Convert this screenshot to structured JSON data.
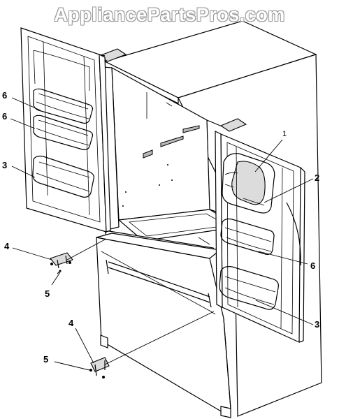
{
  "watermark": "AppliancePartsPros.com",
  "callouts": [
    {
      "id": "c6a",
      "label": "6"
    },
    {
      "id": "c6b",
      "label": "6"
    },
    {
      "id": "c3a",
      "label": "3"
    },
    {
      "id": "c1",
      "label": "1"
    },
    {
      "id": "c2",
      "label": "2"
    },
    {
      "id": "c6c",
      "label": "6"
    },
    {
      "id": "c3b",
      "label": "3"
    },
    {
      "id": "c4a",
      "label": "4"
    },
    {
      "id": "c5a",
      "label": "5"
    },
    {
      "id": "c4b",
      "label": "4"
    },
    {
      "id": "c5b",
      "label": "5"
    }
  ]
}
